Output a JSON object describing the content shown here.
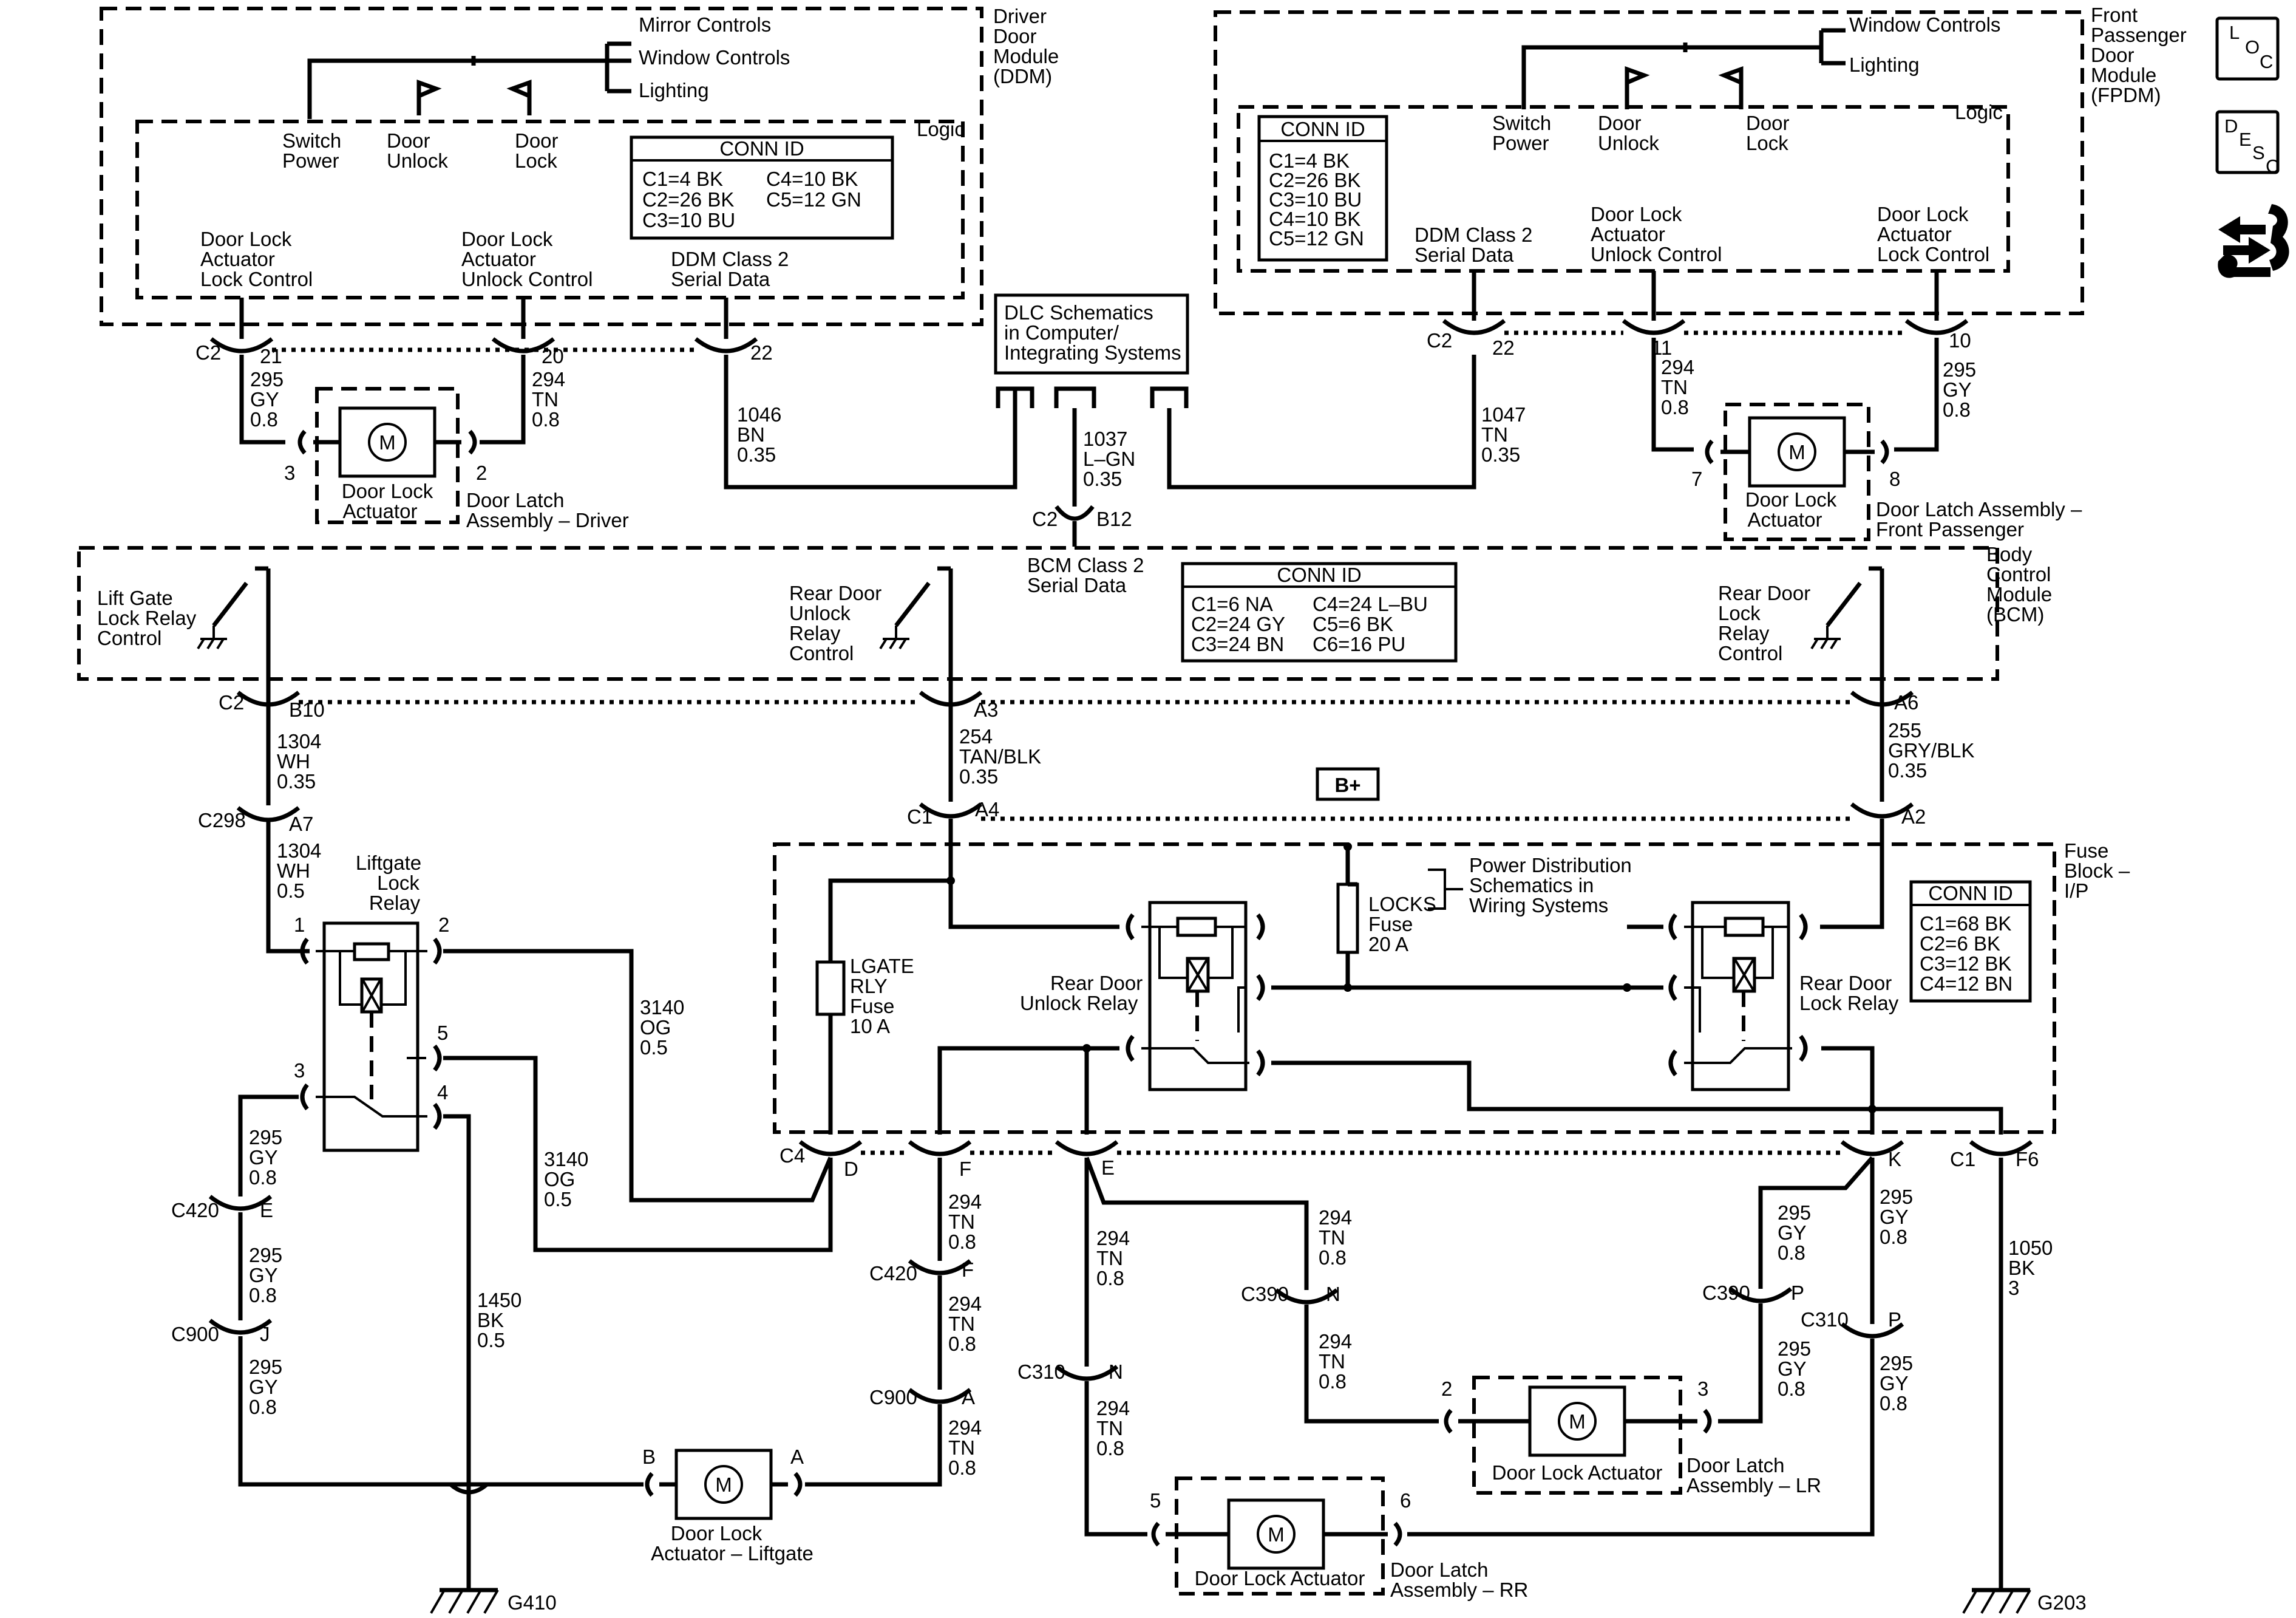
{
  "ddm": {
    "title": [
      "Driver",
      "Door",
      "Module",
      "(DDM)"
    ],
    "logic": "Logic",
    "outputs": [
      "Mirror Controls",
      "Window Controls",
      "Lighting"
    ],
    "switch_power": [
      "Switch",
      "Power"
    ],
    "door_unlock": [
      "Door",
      "Unlock"
    ],
    "door_lock": [
      "Door",
      "Lock"
    ],
    "lock_ctrl": [
      "Door Lock",
      "Actuator",
      "Lock Control"
    ],
    "unlock_ctrl": [
      "Door Lock",
      "Actuator",
      "Unlock Control"
    ],
    "serial": [
      "DDM Class 2",
      "Serial Data"
    ],
    "conn": {
      "title": "CONN ID",
      "left": [
        "C1=4 BK",
        "C2=26 BK",
        "C3=10 BU"
      ],
      "right": [
        "C4=10 BK",
        "C5=12 GN"
      ]
    },
    "conn_c2": "C2",
    "pins": [
      "21",
      "20",
      "22"
    ],
    "wire_lock": [
      "295",
      "GY",
      "0.8"
    ],
    "wire_unlock": [
      "294",
      "TN",
      "0.8"
    ],
    "wire_serial": [
      "1046",
      "BN",
      "0.35"
    ],
    "actuator_pins": [
      "3",
      "2"
    ],
    "actuator_label": [
      "Door Lock",
      "Actuator"
    ],
    "latch_label": [
      "Door Latch",
      "Assembly – Driver"
    ]
  },
  "dlc": {
    "label": [
      "DLC Schematics",
      "in Computer/",
      "Integrating Systems"
    ],
    "wire": [
      "1037",
      "L–GN",
      "0.35"
    ],
    "conn": "C2",
    "pin": "B12",
    "bcm_serial": [
      "BCM Class 2",
      "Serial Data"
    ]
  },
  "fpdm": {
    "title": [
      "Front",
      "Passenger",
      "Door",
      "Module",
      "(FPDM)"
    ],
    "logic": "Logic",
    "outputs": [
      "Window Controls",
      "Lighting"
    ],
    "switch_power": [
      "Switch",
      "Power"
    ],
    "door_unlock": [
      "Door",
      "Unlock"
    ],
    "door_lock": [
      "Door",
      "Lock"
    ],
    "conn": {
      "title": "CONN ID",
      "rows": [
        "C1=4 BK",
        "C2=26 BK",
        "C3=10 BU",
        "C4=10 BK",
        "C5=12 GN"
      ]
    },
    "serial": [
      "DDM Class 2",
      "Serial Data"
    ],
    "unlock_ctrl": [
      "Door Lock",
      "Actuator",
      "Unlock Control"
    ],
    "lock_ctrl": [
      "Door Lock",
      "Actuator",
      "Lock Control"
    ],
    "conn_c2": "C2",
    "pins": [
      "22",
      "11",
      "10"
    ],
    "wire_serial": [
      "1047",
      "TN",
      "0.35"
    ],
    "wire_unlock": [
      "294",
      "TN",
      "0.8"
    ],
    "wire_lock": [
      "295",
      "GY",
      "0.8"
    ],
    "actuator_pins": [
      "7",
      "8"
    ],
    "actuator_label": [
      "Door Lock",
      "Actuator"
    ],
    "latch_label": [
      "Door Latch Assembly –",
      "Front Passenger"
    ]
  },
  "bcm": {
    "title": [
      "Body",
      "Control",
      "Module",
      "(BCM)"
    ],
    "liftgate_relay_ctrl": [
      "Lift Gate",
      "Lock Relay",
      "Control"
    ],
    "rear_unlock_ctrl": [
      "Rear Door",
      "Unlock",
      "Relay",
      "Control"
    ],
    "rear_lock_ctrl": [
      "Rear Door",
      "Lock",
      "Relay",
      "Control"
    ],
    "conn": {
      "title": "CONN ID",
      "left": [
        "C1=6 NA",
        "C2=24 GY",
        "C3=24 BN"
      ],
      "right": [
        "C4=24 L–BU",
        "C5=6 BK",
        "C6=16 PU"
      ]
    },
    "conn_c2": "C2",
    "pins": [
      "B10",
      "A3",
      "A6"
    ],
    "wire_b10": [
      "1304",
      "WH",
      "0.35"
    ],
    "wire_a3": [
      "254",
      "TAN/BLK",
      "0.35"
    ],
    "wire_a6": [
      "255",
      "GRY/BLK",
      "0.35"
    ]
  },
  "fuse_block": {
    "title": [
      "Fuse",
      "Block –",
      "I/P"
    ],
    "bplus": "B+",
    "conn_c1": "C1",
    "pins_top": [
      "A4",
      "A2"
    ],
    "power_ref": [
      "Power Distribution",
      "Schematics in",
      "Wiring Systems"
    ],
    "locks_fuse": [
      "LOCKS",
      "Fuse",
      "20 A"
    ],
    "lgate_fuse": [
      "LGATE",
      "RLY",
      "Fuse",
      "10 A"
    ],
    "unlock_relay": [
      "Rear Door",
      "Unlock Relay"
    ],
    "lock_relay": [
      "Rear Door",
      "Lock Relay"
    ],
    "conn": {
      "title": "CONN ID",
      "rows": [
        "C1=68 BK",
        "C2=6 BK",
        "C3=12 BK",
        "C4=12 BN"
      ]
    },
    "conn_c4": "C4",
    "pins_bottom": [
      "D",
      "F",
      "E",
      "K"
    ],
    "conn_c1b": "C1",
    "pin_f6": "F6",
    "wire_ground": [
      "1050",
      "BK",
      "3"
    ]
  },
  "liftgate": {
    "c298": "C298",
    "a7": "A7",
    "wire_in": [
      "1304",
      "WH",
      "0.5"
    ],
    "relay": [
      "Liftgate",
      "Lock",
      "Relay"
    ],
    "relay_pins": [
      "1",
      "2",
      "3",
      "4",
      "5"
    ],
    "wire_2": [
      "3140",
      "OG",
      "0.5"
    ],
    "wire_5": [
      "3140",
      "OG",
      "0.5"
    ],
    "wire_gy_1": [
      "295",
      "GY",
      "0.8"
    ],
    "c420": "C420",
    "c420_pin": "E",
    "wire_gy_2": [
      "295",
      "GY",
      "0.8"
    ],
    "c900": "C900",
    "c900_pin": "J",
    "wire_gy_3": [
      "295",
      "GY",
      "0.8"
    ],
    "wire_gnd": [
      "1450",
      "BK",
      "0.5"
    ],
    "actuator_pins": [
      "B",
      "A"
    ],
    "actuator_label": [
      "Door Lock",
      "Actuator – Liftgate"
    ],
    "ground": "G410"
  },
  "tn_branch": {
    "wire_f1": [
      "294",
      "TN",
      "0.8"
    ],
    "c420": "C420",
    "c420_pin": "F",
    "wire_f2": [
      "294",
      "TN",
      "0.8"
    ],
    "c900": "C900",
    "c900_pin": "A",
    "wire_f3": [
      "294",
      "TN",
      "0.8"
    ]
  },
  "rr": {
    "wire_e": [
      "294",
      "TN",
      "0.8"
    ],
    "c310": "C310",
    "c310_pin": "N",
    "wire_e2": [
      "294",
      "TN",
      "0.8"
    ],
    "actuator_pins": [
      "5",
      "6"
    ],
    "actuator_label": "Door Lock Actuator",
    "latch_label": [
      "Door Latch",
      "Assembly – RR"
    ],
    "wire_k": [
      "295",
      "GY",
      "0.8"
    ],
    "c310b": "C310",
    "c310b_pin": "P",
    "wire_k2": [
      "295",
      "GY",
      "0.8"
    ]
  },
  "lr": {
    "wire_e": [
      "294",
      "TN",
      "0.8"
    ],
    "c390": "C390",
    "c390_pin": "N",
    "wire_e2": [
      "294",
      "TN",
      "0.8"
    ],
    "actuator_pins": [
      "2",
      "3"
    ],
    "actuator_label": "Door Lock Actuator",
    "latch_label": [
      "Door Latch",
      "Assembly – LR"
    ],
    "wire_k": [
      "295",
      "GY",
      "0.8"
    ],
    "c390b": "C390",
    "c390b_pin": "P",
    "wire_k2": [
      "295",
      "GY",
      "0.8"
    ]
  },
  "ground_g203": "G203",
  "motor": "M",
  "nav": {
    "loc": [
      "L",
      "O",
      "C"
    ],
    "desc": [
      "D",
      "E",
      "S",
      "C"
    ]
  }
}
